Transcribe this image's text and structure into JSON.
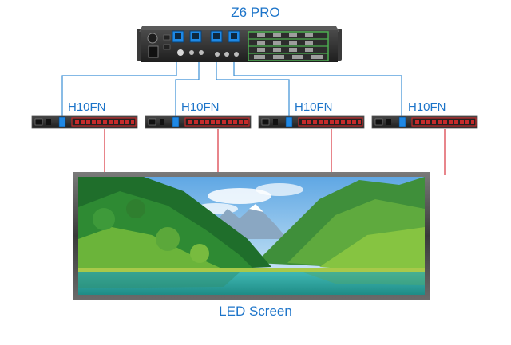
{
  "controller": {
    "title": "Z6 PRO"
  },
  "receivers": [
    {
      "label": "H10FN"
    },
    {
      "label": "H10FN"
    },
    {
      "label": "H10FN"
    },
    {
      "label": "H10FN"
    }
  ],
  "screen": {
    "caption": "LED Screen"
  },
  "colors": {
    "label_blue": "#1c74c9",
    "ethernet_line": "#3b8fd6",
    "signal_line": "#d8343e",
    "device_body": "#2a2a2a",
    "port_red": "#c62b2b",
    "port_blue": "#1e88e5",
    "port_green": "#4caf50"
  }
}
